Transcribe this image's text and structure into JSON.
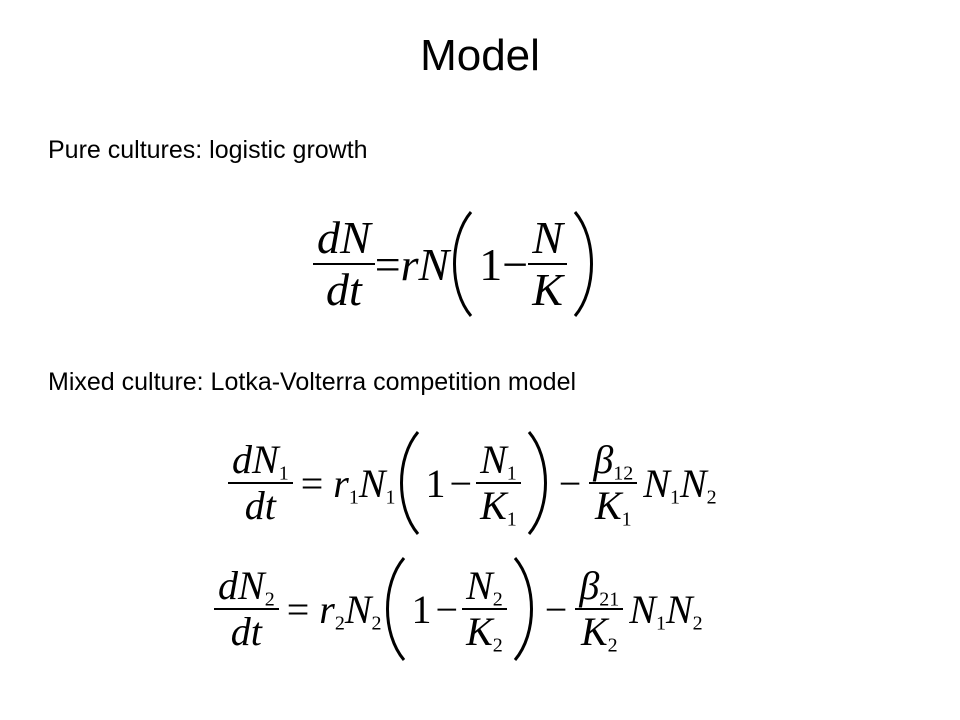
{
  "slide": {
    "title": "Model",
    "pure_label": "Pure cultures: logistic growth",
    "mixed_label": "Mixed culture: Lotka-Volterra competition model"
  },
  "logistic": {
    "dN": "dN",
    "dt": "dt",
    "eq": "=",
    "rN": "rN",
    "one": "1",
    "minus": "−",
    "N": "N",
    "K": "K"
  },
  "lv": [
    {
      "dN": "dN",
      "dt": "dt",
      "eq": "=",
      "r": "r",
      "N": "N",
      "K": "K",
      "one": "1",
      "minus": "−",
      "beta": "β",
      "sub": "1",
      "beta_sub": "12",
      "a": "1",
      "b": "2"
    },
    {
      "dN": "dN",
      "dt": "dt",
      "eq": "=",
      "r": "r",
      "N": "N",
      "K": "K",
      "one": "1",
      "minus": "−",
      "beta": "β",
      "sub": "2",
      "beta_sub": "21",
      "a": "1",
      "b": "2"
    }
  ]
}
